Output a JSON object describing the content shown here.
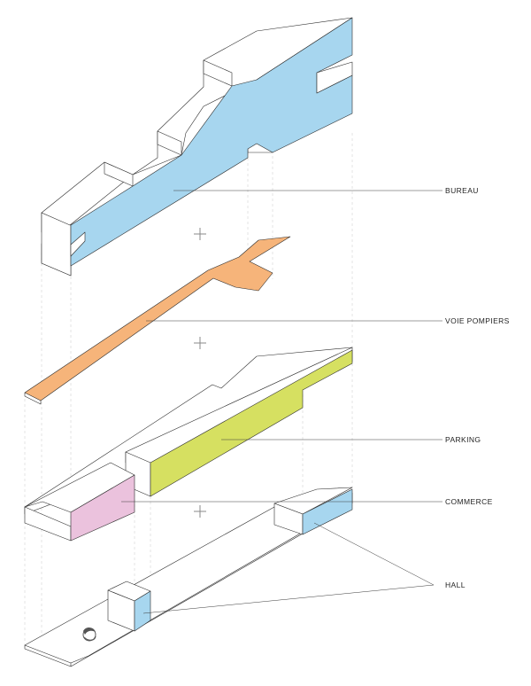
{
  "labels": {
    "bureau": "BUREAU",
    "voie_pompiers": "VOIE POMPIERS",
    "parking": "PARKING",
    "commerce": "COMMERCE",
    "hall": "HALL"
  },
  "colors": {
    "bureau": "#a7d6ef",
    "voie_pompiers": "#f6b47a",
    "parking": "#d6e061",
    "commerce": "#ebc2dd",
    "hall": "#a7d6ef",
    "separator": "#8a8a8a"
  }
}
